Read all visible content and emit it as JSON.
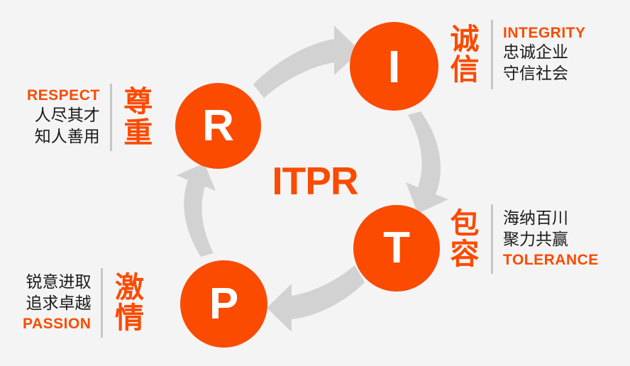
{
  "meta": {
    "background_color": "#f4f4f4",
    "accent_color": "#FA4B00",
    "arrow_color": "#d2d2d2",
    "divider_color": "#c6c6c6",
    "text_color": "#1a1a1a"
  },
  "center": {
    "wordmark": "ITPR"
  },
  "nodes": {
    "r": {
      "letter": "R"
    },
    "i": {
      "letter": "I"
    },
    "t": {
      "letter": "T"
    },
    "p": {
      "letter": "P"
    }
  },
  "values": {
    "respect": {
      "key": "R",
      "en_label": "RESPECT",
      "cn_title": "尊\n重",
      "cn_lines": [
        "人尽其才",
        "知人善用"
      ],
      "en_position": "top"
    },
    "integrity": {
      "key": "I",
      "en_label": "INTEGRITY",
      "cn_title": "诚\n信",
      "cn_lines": [
        "忠诚企业",
        "守信社会"
      ],
      "en_position": "top"
    },
    "tolerance": {
      "key": "T",
      "en_label": "TOLERANCE",
      "cn_title": "包\n容",
      "cn_lines": [
        "海纳百川",
        "聚力共赢"
      ],
      "en_position": "bottom"
    },
    "passion": {
      "key": "P",
      "en_label": "PASSION",
      "cn_title": "激\n情",
      "cn_lines": [
        "锐意进取",
        "追求卓越"
      ],
      "en_position": "bottom"
    }
  },
  "arrows": [
    {
      "name": "arrow-r-to-i",
      "from": "R",
      "to": "I",
      "direction": "right"
    },
    {
      "name": "arrow-i-to-t",
      "from": "I",
      "to": "T",
      "direction": "down"
    },
    {
      "name": "arrow-t-to-p",
      "from": "T",
      "to": "P",
      "direction": "left"
    },
    {
      "name": "arrow-p-to-r",
      "from": "P",
      "to": "R",
      "direction": "up"
    }
  ]
}
